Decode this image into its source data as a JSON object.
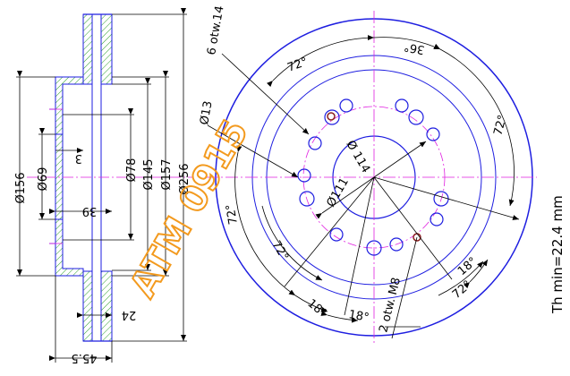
{
  "drawing": {
    "part_number": "ATM 0915",
    "thickness_note": "Th min=22.4 mm",
    "side_view": {
      "dia_156": "Ø156",
      "dia_69": "Ø69",
      "dia_78": "Ø78",
      "dia_145": "Ø145",
      "dia_157": "Ø157",
      "dia_256": "Ø256",
      "depth_3": "3",
      "depth_39": "39",
      "thickness_24": "24",
      "height_45_5": "45.5"
    },
    "front_view": {
      "holes_note": "6 otw.14",
      "dia_13": "Ø13",
      "pcd_114": "Ø 114",
      "bore_111": "Ø111",
      "thread_note": "2 otw. M8",
      "angles": [
        "72°",
        "36°",
        "72°",
        "72°",
        "72°",
        "18°",
        "18°",
        "72°",
        "18°"
      ]
    }
  },
  "colors": {
    "outline": "#1e1ee0",
    "centerline": "#e020e0",
    "hatch": "#2ca02c",
    "watermark": "#f39a1e",
    "dimension": "#000000"
  }
}
